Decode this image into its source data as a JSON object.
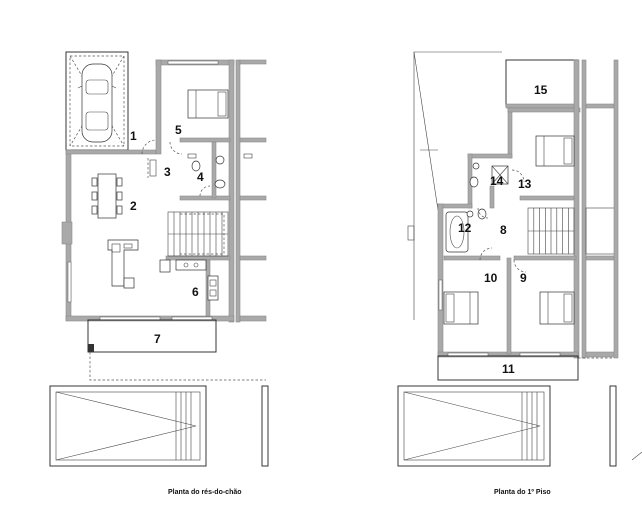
{
  "captions": {
    "ground_floor": "Planta do rés-do-chão",
    "first_floor": "Planta do 1º Piso"
  },
  "rooms_ground": {
    "r1": "1",
    "r2": "2",
    "r3": "3",
    "r4": "4",
    "r5": "5",
    "r6": "6",
    "r7": "7"
  },
  "rooms_first": {
    "r8": "8",
    "r9": "9",
    "r10": "10",
    "r11": "11",
    "r12": "12",
    "r13": "13",
    "r14": "14",
    "r15": "15"
  },
  "colors": {
    "wall": "#a9a9a9",
    "line": "#222222",
    "background": "#ffffff"
  }
}
